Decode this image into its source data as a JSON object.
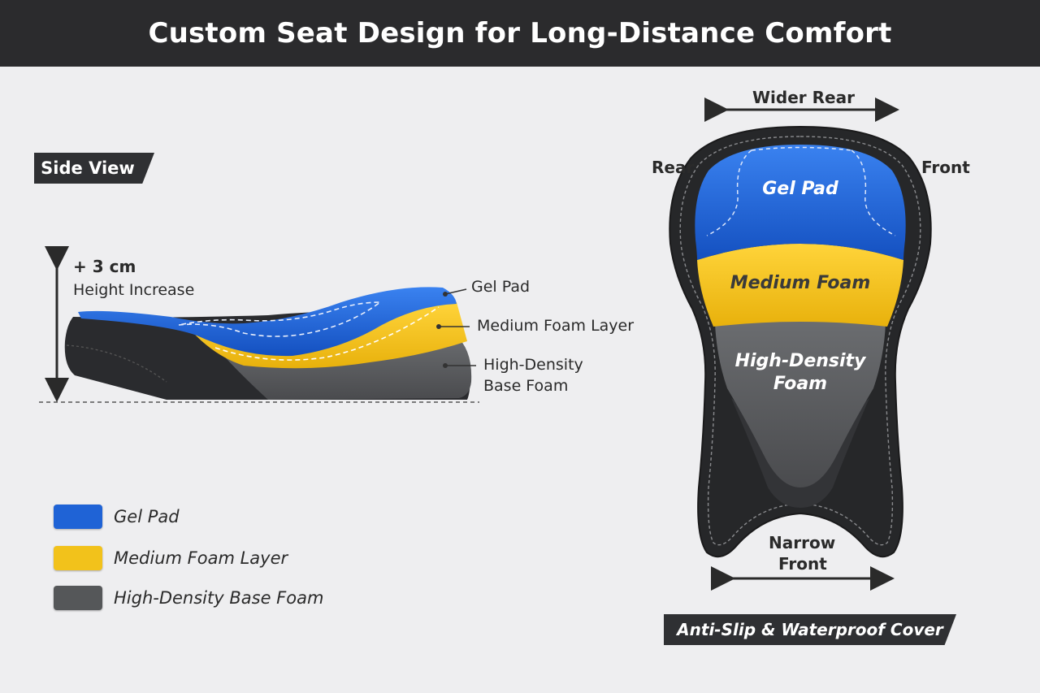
{
  "header": {
    "title": "Custom Seat Design for Long-Distance Comfort"
  },
  "side_view": {
    "tag": "Side View",
    "height_value": "+ 3 cm",
    "height_label": "Height Increase",
    "callouts": {
      "gel": "Gel Pad",
      "medium": "Medium Foam Layer",
      "base_line1": "High-Density",
      "base_line2": "Base Foam"
    }
  },
  "legend": [
    {
      "label": "Gel Pad",
      "color": "#1f63d6"
    },
    {
      "label": "Medium Foam Layer",
      "color": "#f2c21b"
    },
    {
      "label": "High-Density Base Foam",
      "color": "#555759"
    }
  ],
  "top_view": {
    "wider_rear": "Wider Rear",
    "rear": "Rear",
    "front": "Front",
    "gel": "Gel Pad",
    "medium": "Medium Foam",
    "base_line1": "High-Density",
    "base_line2": "Foam",
    "narrow_line1": "Narrow",
    "narrow_line2": "Front",
    "cover_tag": "Anti-Slip & Waterproof Cover"
  },
  "colors": {
    "gel": "#1f63d6",
    "medium": "#f2c21b",
    "base": "#555759",
    "cover": "#2c2c2e"
  }
}
